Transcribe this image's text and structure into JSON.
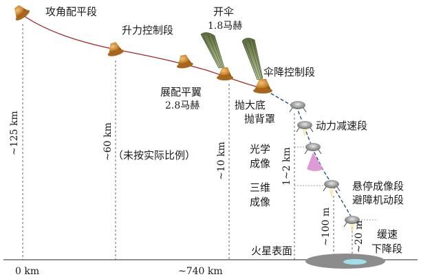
{
  "phases": {
    "attack_angle_trim": "攻角配平段",
    "lift_control": "升力控制段",
    "deploy_trim_wing": "展配平翼",
    "deploy_trim_wing_mach": "2.8马赫",
    "chute_open": "开伞",
    "chute_open_mach": "1.8马赫",
    "parachute_descent": "伞降控制段",
    "jettison_heatshield": "抛大底",
    "jettison_backshell": "抛背罩",
    "powered_descent": "动力减速段",
    "optical_imaging_1": "光学",
    "optical_imaging_2": "成像",
    "three_d_imaging_1": "三维",
    "three_d_imaging_2": "成像",
    "hover_imaging": "悬停成像段",
    "obstacle_avoidance": "避障机动段",
    "slow_descent_1": "缓速",
    "slow_descent_2": "下降段"
  },
  "altitudes": {
    "a125km": "~125 km",
    "a60km": "~60 km",
    "a10km": "~10 km",
    "a1to2km": "1~2 km",
    "a100m": "~100 m",
    "a20m": "~20 m"
  },
  "note": "（未按实际比例）",
  "surface_label": "火星表面",
  "axis": {
    "start": "0 km",
    "range": "~740 km"
  },
  "colors": {
    "trajectory": "#a02828",
    "capsule": "#c6822a",
    "plume": "#f0d060",
    "cone": "#d98fd0",
    "surface": "#8c8c8c",
    "landing_zone": "#9fe0ea"
  }
}
